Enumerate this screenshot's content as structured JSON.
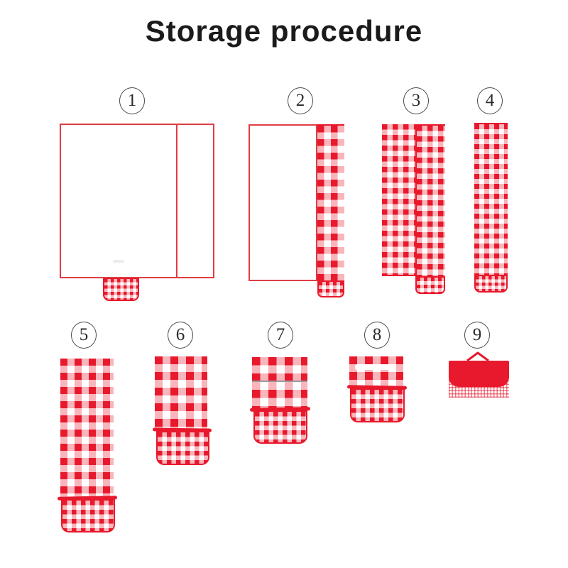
{
  "title": "Storage procedure",
  "steps": [
    {
      "number": "1"
    },
    {
      "number": "2"
    },
    {
      "number": "3"
    },
    {
      "number": "4"
    },
    {
      "number": "5"
    },
    {
      "number": "6"
    },
    {
      "number": "7"
    },
    {
      "number": "8"
    },
    {
      "number": "9"
    }
  ],
  "colors": {
    "gingham_red": "#e8192c",
    "outline_red": "#df3d44",
    "gingham_pink": "rgba(232,25,45,0.32)",
    "badge_border": "#4a4a4a",
    "gray_line": "#9b9b9b",
    "title_color": "#1b1b1b"
  }
}
